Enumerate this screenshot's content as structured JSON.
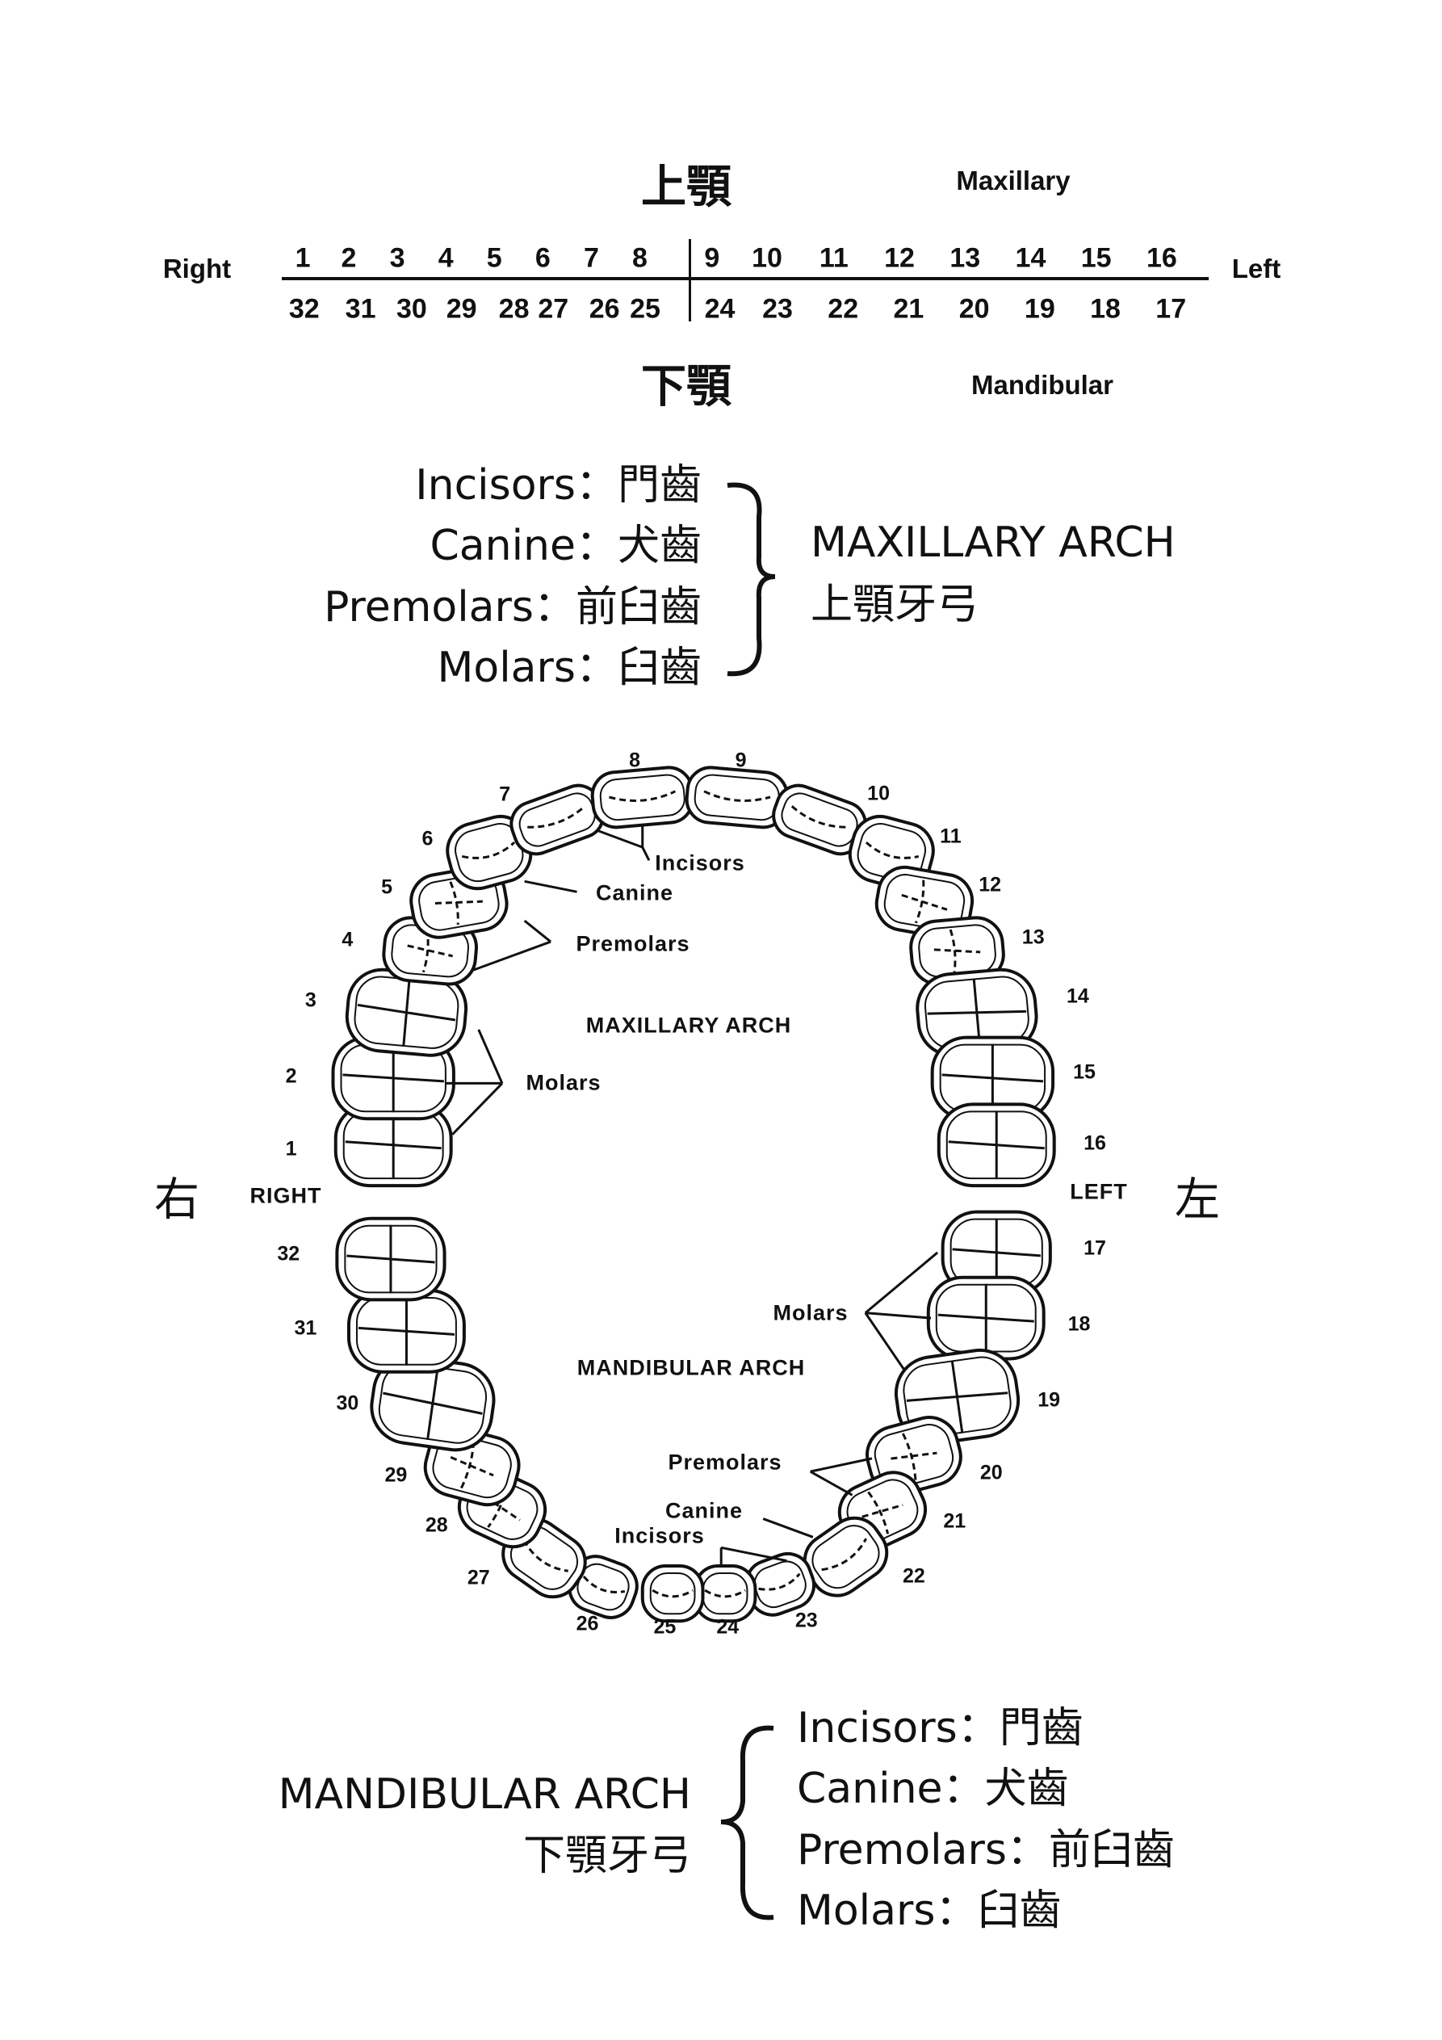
{
  "numbering": {
    "maxillary_cn": "上顎",
    "maxillary_en": "Maxillary",
    "mandibular_cn": "下顎",
    "mandibular_en": "Mandibular",
    "right": "Right",
    "left": "Left",
    "upper_row": [
      "1",
      "2",
      "3",
      "4",
      "5",
      "6",
      "7",
      "8",
      "9",
      "10",
      "11",
      "12",
      "13",
      "14",
      "15",
      "16"
    ],
    "lower_row": [
      "32",
      "31",
      "30",
      "29",
      "28",
      "27",
      "26",
      "25",
      "24",
      "23",
      "22",
      "21",
      "20",
      "19",
      "18",
      "17"
    ]
  },
  "maxillary_legend": {
    "items": [
      "Incisors：門齒",
      "Canine：犬齒",
      "Premolars：前臼齒",
      "Molars：臼齒"
    ],
    "arch_en": "MAXILLARY ARCH",
    "arch_cn": "上顎牙弓"
  },
  "diagram": {
    "tooth_numbers": [
      "1",
      "2",
      "3",
      "4",
      "5",
      "6",
      "7",
      "8",
      "9",
      "10",
      "11",
      "12",
      "13",
      "14",
      "15",
      "16",
      "17",
      "18",
      "19",
      "20",
      "21",
      "22",
      "23",
      "24",
      "25",
      "26",
      "27",
      "28",
      "29",
      "30",
      "31",
      "32"
    ],
    "upper": {
      "incisors": "Incisors",
      "canine": "Canine",
      "premolars": "Premolars",
      "arch": "MAXILLARY ARCH",
      "molars": "Molars"
    },
    "lower": {
      "incisors": "Incisors",
      "canine": "Canine",
      "premolars": "Premolars",
      "arch": "MANDIBULAR ARCH",
      "molars": "Molars"
    },
    "right_en": "RIGHT",
    "left_en": "LEFT",
    "right_cn": "右",
    "left_cn": "左"
  },
  "mandibular_legend": {
    "arch_en": "MANDIBULAR ARCH",
    "arch_cn": "下顎牙弓",
    "items": [
      "Incisors：門齒",
      "Canine：犬齒",
      "Premolars：前臼齒",
      "Molars：臼齒"
    ]
  }
}
